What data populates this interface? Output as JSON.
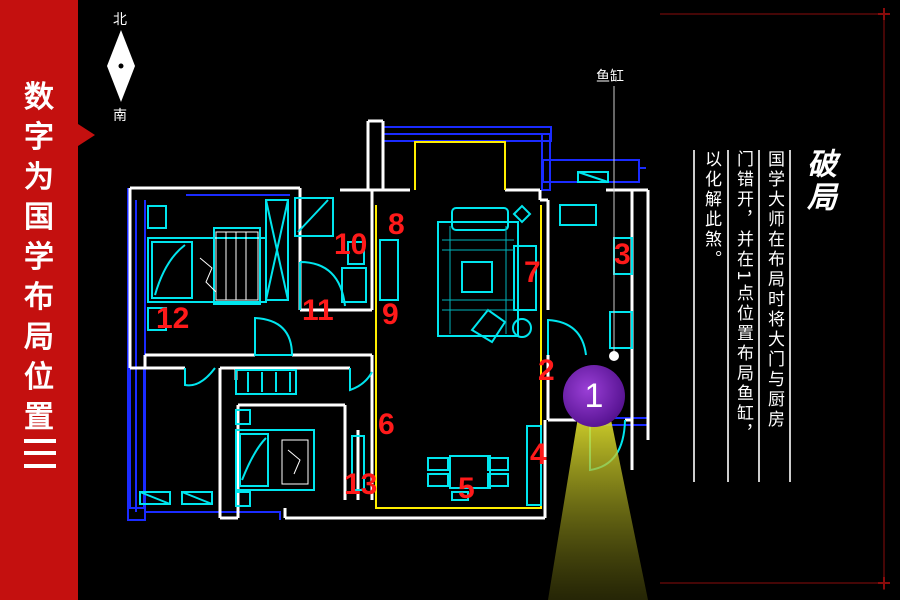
{
  "sidebar": {
    "title_chars": [
      "数",
      "字",
      "为",
      "国",
      "学",
      "布",
      "局",
      "位",
      "置"
    ],
    "accent_color": "#c4100f"
  },
  "compass": {
    "north": "北",
    "south": "南"
  },
  "fish_tank_label": "鱼缸",
  "panel": {
    "heading": "破局",
    "line1": "国学大师在布局时将大门与厨房",
    "line2": "门错开，并在1点位置布局鱼缸，",
    "line3": "以化解此煞。"
  },
  "room_numbers": [
    "2",
    "3",
    "4",
    "5",
    "6",
    "7",
    "8",
    "9",
    "10",
    "11",
    "12",
    "13"
  ],
  "marker": {
    "label": "1",
    "color": "#7a2bb8"
  },
  "colors": {
    "walls": "#ffffff",
    "windows": "#1a2bff",
    "furniture": "#00e5ee",
    "path": "#ffee00",
    "numbers": "#ff1a1a"
  }
}
